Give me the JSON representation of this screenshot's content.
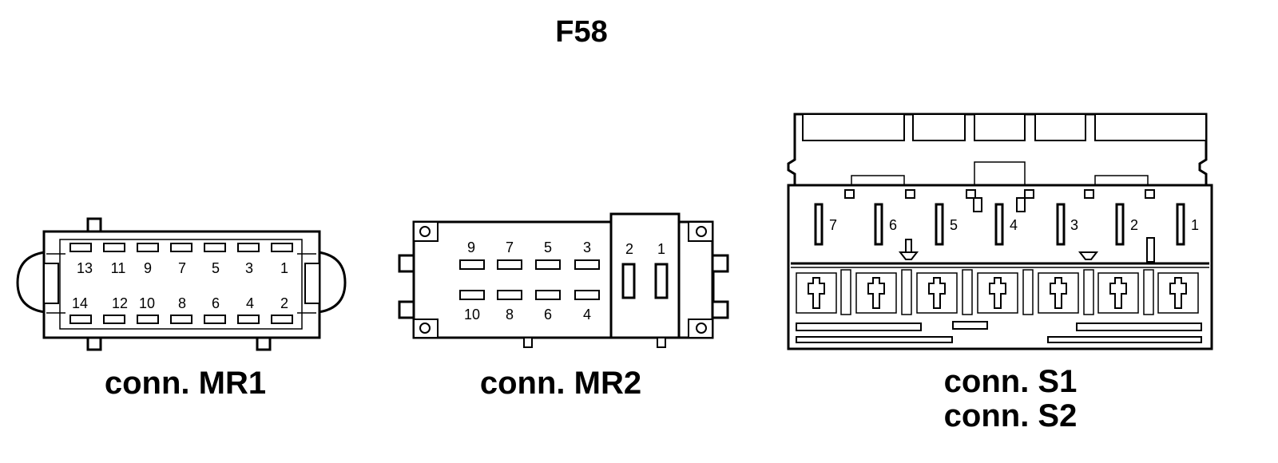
{
  "title": "F58",
  "mr1": {
    "caption": "conn. MR1",
    "top_pins": [
      "13",
      "11",
      "9",
      "7",
      "5",
      "3",
      "1"
    ],
    "bottom_pins": [
      "14",
      "12",
      "10",
      "8",
      "6",
      "4",
      "2"
    ]
  },
  "mr2": {
    "caption": "conn. MR2",
    "top_pins": [
      "9",
      "7",
      "5",
      "3"
    ],
    "bottom_pins": [
      "10",
      "8",
      "6",
      "4"
    ],
    "side_pins": [
      "2",
      "1"
    ]
  },
  "s1": {
    "caption_line1": "conn. S1",
    "caption_line2": "conn. S2",
    "pins": [
      "7",
      "6",
      "5",
      "4",
      "3",
      "2",
      "1"
    ]
  }
}
